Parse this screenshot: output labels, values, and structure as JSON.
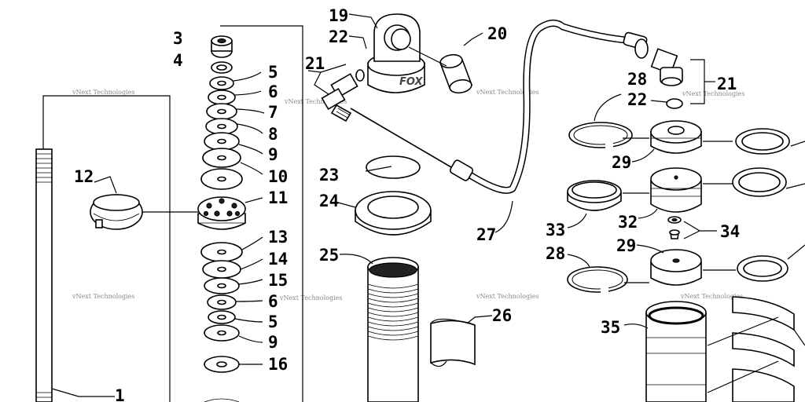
{
  "callouts": [
    {
      "label": "1"
    },
    {
      "label": "3"
    },
    {
      "label": "4"
    },
    {
      "label": "5"
    },
    {
      "label": "6"
    },
    {
      "label": "7"
    },
    {
      "label": "8"
    },
    {
      "label": "9"
    },
    {
      "label": "10"
    },
    {
      "label": "11"
    },
    {
      "label": "12"
    },
    {
      "label": "13"
    },
    {
      "label": "14"
    },
    {
      "label": "15"
    },
    {
      "label": "6"
    },
    {
      "label": "5"
    },
    {
      "label": "9"
    },
    {
      "label": "16"
    },
    {
      "label": "19"
    },
    {
      "label": "22"
    },
    {
      "label": "21"
    },
    {
      "label": "20"
    },
    {
      "label": "23"
    },
    {
      "label": "24"
    },
    {
      "label": "25"
    },
    {
      "label": "26"
    },
    {
      "label": "27"
    },
    {
      "label": "28"
    },
    {
      "label": "22"
    },
    {
      "label": "21"
    },
    {
      "label": "29"
    },
    {
      "label": "33"
    },
    {
      "label": "32"
    },
    {
      "label": "34"
    },
    {
      "label": "28"
    },
    {
      "label": "29"
    },
    {
      "label": "35"
    }
  ],
  "watermark": "vNext Technologies"
}
